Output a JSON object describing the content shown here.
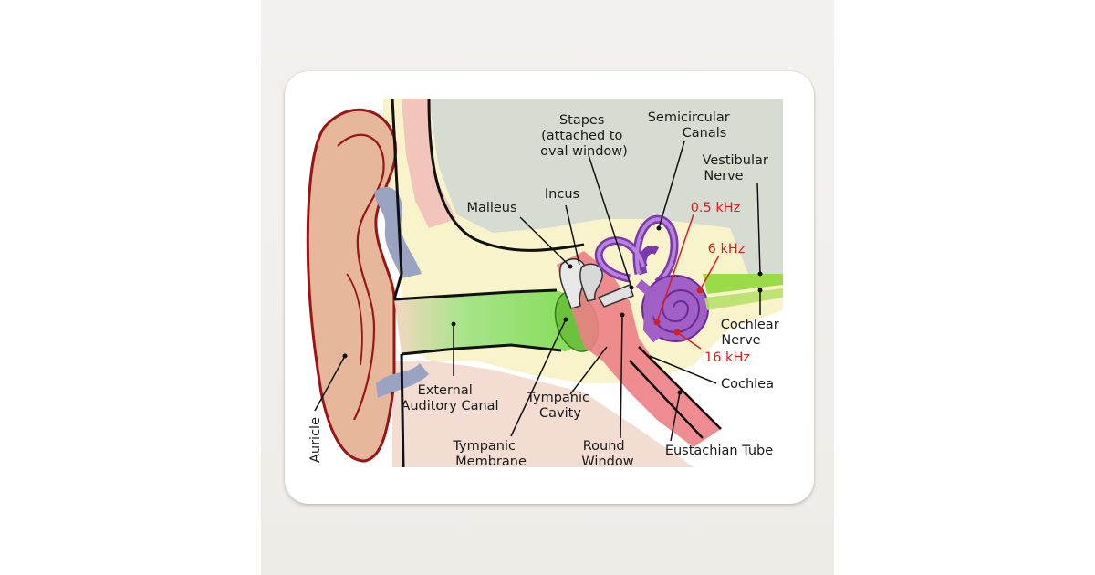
{
  "labels": {
    "stapes": [
      "Stapes",
      "(attached to",
      "oval window)"
    ],
    "semicircular_canals": [
      "Semicircular",
      "Canals"
    ],
    "vestibular_nerve": [
      "Vestibular",
      "Nerve"
    ],
    "malleus": "Malleus",
    "incus": "Incus",
    "freq_low": "0.5 kHz",
    "freq_mid": "6 kHz",
    "freq_high": "16 kHz",
    "cochlear_nerve": [
      "Cochlear",
      "Nerve"
    ],
    "cochlea": "Cochlea",
    "external_auditory_canal": [
      "External",
      "Auditory Canal"
    ],
    "tympanic_cavity": [
      "Tympanic",
      "Cavity"
    ],
    "tympanic_membrane": [
      "Tympanic",
      "Membrane"
    ],
    "round_window": [
      "Round",
      "Window"
    ],
    "eustachian_tube": "Eustachian Tube",
    "auricle": "Auricle"
  },
  "colors": {
    "skin": "#e6b79a",
    "ear_outline": "#9a1616",
    "bone": "#f5eeb2",
    "cartilage": "#9aa3c2",
    "canal_green": "#8ee06e",
    "inner_purple": "#a060c8",
    "freq_red": "#d42020",
    "background_gray": "#d9ddd5"
  }
}
